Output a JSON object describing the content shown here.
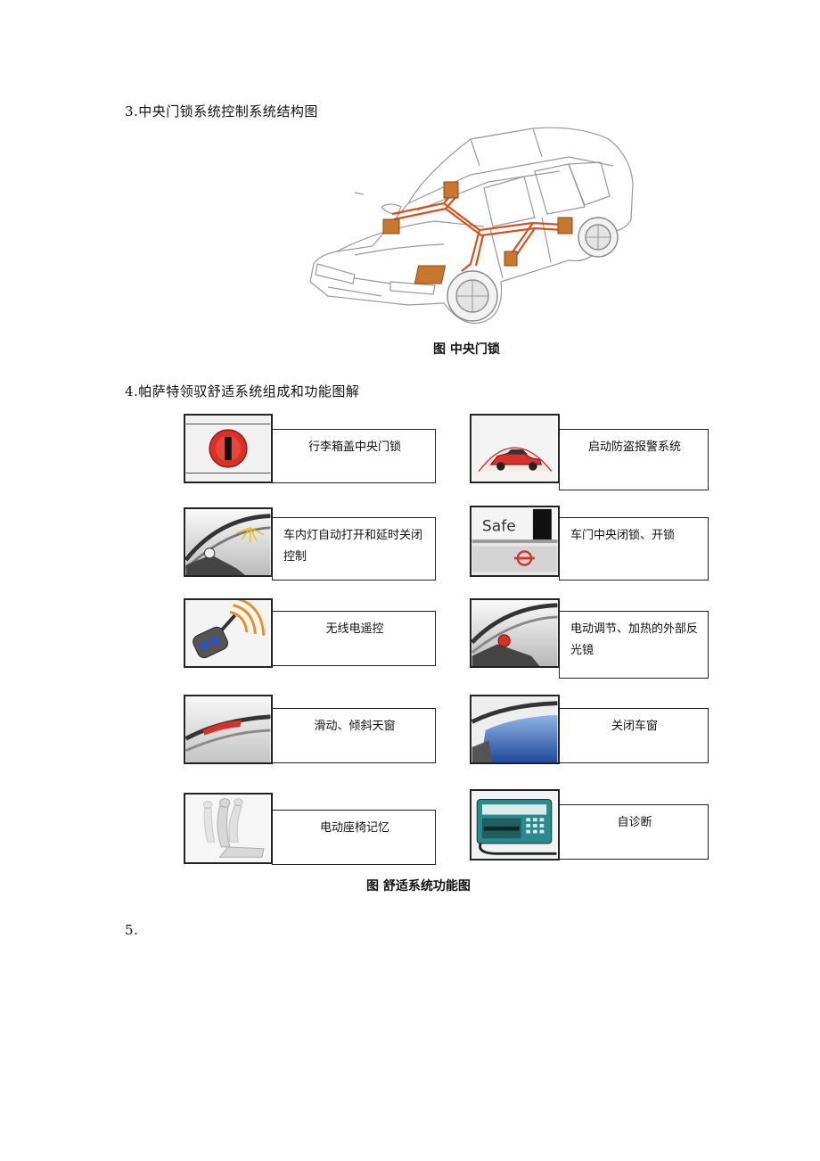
{
  "section3": {
    "heading": "3.中央门锁系统控制系统结构图",
    "caption": "图  中央门锁"
  },
  "section4": {
    "heading": "4.帕萨特领驭舒适系统组成和功能图解",
    "caption": "图  舒适系统功能图",
    "items": [
      {
        "label": "行李箱盖中央门锁",
        "icon": "trunk-lock-icon"
      },
      {
        "label": "启动防盗报警系统",
        "icon": "car-alarm-icon",
        "tile_text": ""
      },
      {
        "label": "车内灯自动打开和延时关闭控制",
        "icon": "interior-light-icon"
      },
      {
        "label": "车门中央闭锁、开锁",
        "icon": "door-lock-icon",
        "tile_text": "Safe"
      },
      {
        "label": "无线电遥控",
        "icon": "remote-key-icon"
      },
      {
        "label": "电动调节、加热的外部反光镜",
        "icon": "mirror-icon"
      },
      {
        "label": "滑动、倾斜天窗",
        "icon": "sunroof-icon"
      },
      {
        "label": "关闭车窗",
        "icon": "window-icon"
      },
      {
        "label": "电动座椅记忆",
        "icon": "seat-memory-icon"
      },
      {
        "label": "自诊断",
        "icon": "diagnosis-icon"
      }
    ]
  },
  "section5": {
    "heading": "5."
  },
  "colors": {
    "harness": "#d6501e",
    "module": "#c8782e",
    "lock_red": "#d9302a"
  }
}
